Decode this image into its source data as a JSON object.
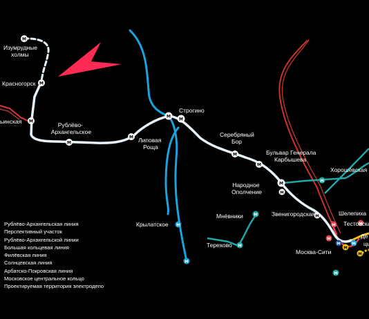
{
  "map": {
    "stations": {
      "izumrudnye": [
        "Изумрудные",
        "холмы"
      ],
      "krasnogorsk": "Красногорск",
      "pyatnitskaya": "ьинская",
      "rublevo": [
        "Рублёво-",
        "Архангельское"
      ],
      "lipovaya": [
        "Липовая",
        "Роща"
      ],
      "strogino": "Строгино",
      "serebryany": [
        "Серебряный",
        "Бор"
      ],
      "karbysheva": [
        "Бульвар Генерала",
        "Карбышева"
      ],
      "khoroshevskaya": "Хорошёвская",
      "narodnoe": [
        "Народное",
        "Ополчение"
      ],
      "zvenigorodskaya": "Звенигородская",
      "shelepikha": "Шелепиха",
      "testovskaya": "Тестовская",
      "mnevniki": "Мнёвники",
      "krylatskoe": "Крылатское",
      "terekhovo": "Терехово",
      "moskva_city": "Москва-Сити",
      "de": "Де",
      "tsy": "цы"
    },
    "colors": {
      "rublevo_line": "#e6f3fb",
      "filevskaya": "#1aa3dc",
      "bkl": "#21a8a6",
      "solntsevskaya": "#f2c41e",
      "arbatsko": "#1b4f9c",
      "mck": "#e0414b",
      "depot": "#ff2b55",
      "red_line": "#c8352a"
    }
  },
  "legend": {
    "items": [
      "Рублёво-Архангельская линия",
      "Перспективный участок",
      "Рублёво-Архангельской линии",
      "Большая кольцевая линия",
      "Филёвская линия",
      "Солнцевская линия",
      "Арбатско-Покровская линия",
      "Московское центральное кольцо",
      "Проектируемая территория электродепо"
    ]
  }
}
